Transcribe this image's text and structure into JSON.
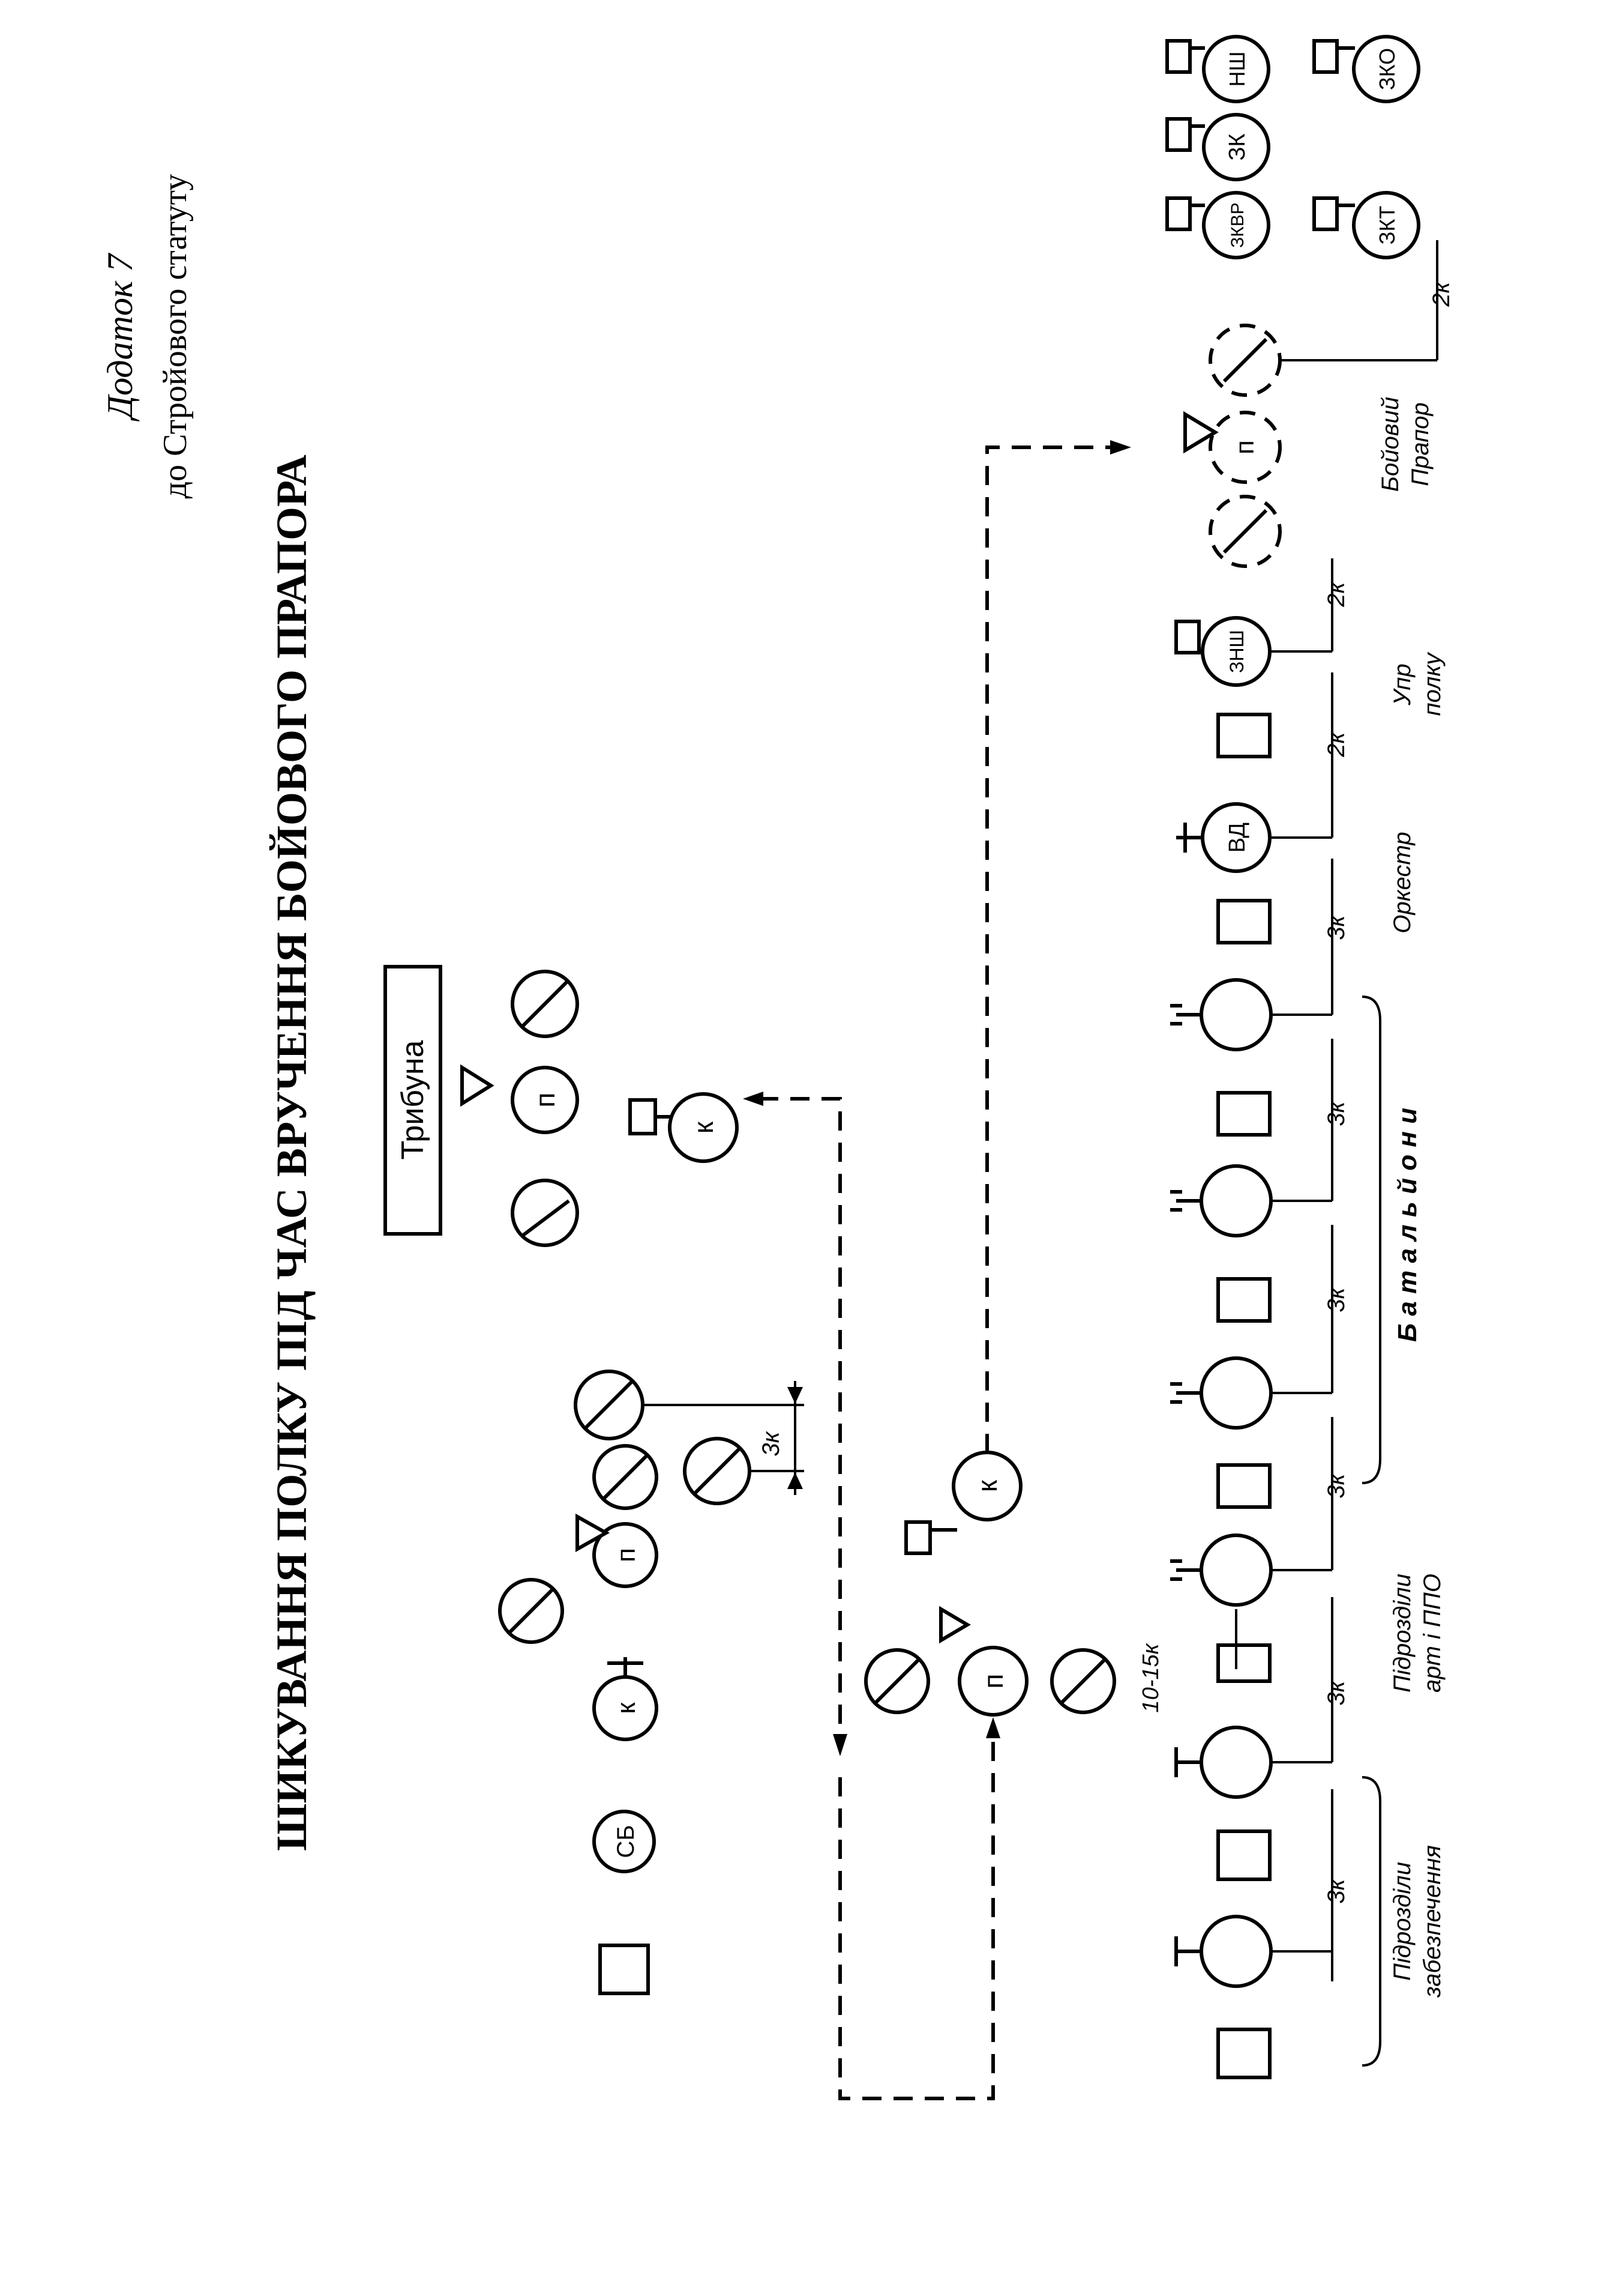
{
  "annex": {
    "title": "Додаток 7",
    "subtitle": "до Стройового статуту"
  },
  "diagram": {
    "title": "ШИКУВАННЯ ПОЛКУ ПІД ЧАС ВРУЧЕННЯ БОЙОВОГО ПРАПОРА",
    "tribune_label": "Трибуна",
    "symbols": {
      "sb": "СБ",
      "k": "к",
      "p": "п",
      "vd": "ВД",
      "znsh": "ЗНШ",
      "zkvr": "ЗКВР",
      "zk": "ЗК",
      "nsh": "НШ",
      "zkt": "ЗКТ",
      "zko": "ЗКО"
    },
    "distances": {
      "three_k": "3к",
      "two_k": "2к",
      "ten_fifteen_k": "10-15к"
    },
    "groups": {
      "support_units_line1": "Підрозділи",
      "support_units_line2": "забезпечення",
      "art_units_line1": "Підрозділи",
      "art_units_line2": "арт і ППО",
      "battalions": "Б а т а л ь й о н и",
      "orchestra": "Оркестр",
      "regiment_mgmt_line1": "Упр",
      "regiment_mgmt_line2": "полку",
      "battle_flag_line1": "Бойовий",
      "battle_flag_line2": "Прапор"
    }
  }
}
